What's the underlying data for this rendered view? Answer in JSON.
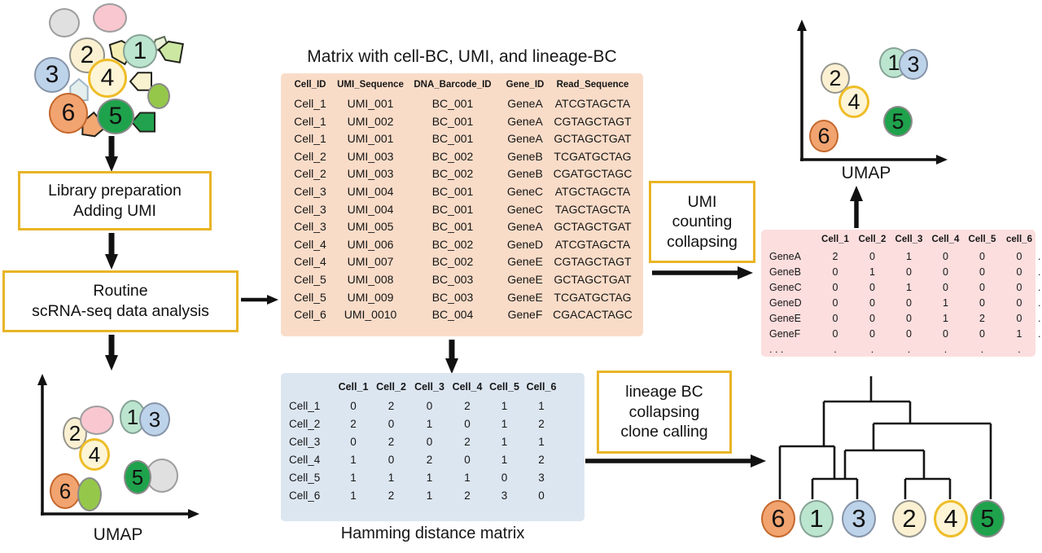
{
  "palette": {
    "c1": {
      "fill": "#bce5cf",
      "border": "#86a396"
    },
    "c2": {
      "fill": "#fbf1d2",
      "border": "#94948c"
    },
    "c3": {
      "fill": "#bdd3ea",
      "border": "#8694a8"
    },
    "c4": {
      "fill": "#fdf5d6",
      "border": "#eebd28"
    },
    "c5": {
      "fill": "#1fa24c",
      "border": "#8a8a8a"
    },
    "c6": {
      "fill": "#f2a470",
      "border": "#c4682d"
    },
    "pink": {
      "fill": "#f9c7cf",
      "border": "#9d9d9d"
    },
    "gray": {
      "fill": "#e0e0e0",
      "border": "#9d9d9d"
    },
    "lgreen": {
      "fill": "#95c84a",
      "border": "#8a8a8a"
    }
  },
  "cluster": {
    "cells": [
      {
        "label": "",
        "key": "gray"
      },
      {
        "label": "",
        "key": "pink"
      },
      {
        "label": "2",
        "key": "c2"
      },
      {
        "label": "1",
        "key": "c1"
      },
      {
        "label": "3",
        "key": "c3"
      },
      {
        "label": "4",
        "key": "c4"
      },
      {
        "label": "",
        "key": "lgreen"
      },
      {
        "label": "6",
        "key": "c6"
      },
      {
        "label": "5",
        "key": "c5"
      }
    ],
    "tags": [
      {
        "name": "lineage-tag-yellow",
        "fill": "#f4edb4",
        "stroke": "#23231c"
      },
      {
        "name": "lineage-tag-pale",
        "fill": "#eaf2d9",
        "stroke": "#5a6a52"
      },
      {
        "name": "lineage-tag-lightgreen",
        "fill": "#cbe7a2",
        "stroke": "#23231c"
      },
      {
        "name": "lineage-tag-cream",
        "fill": "#f9f2d0",
        "stroke": "#23231c"
      },
      {
        "name": "lineage-tag-blue",
        "fill": "#e4efee",
        "stroke": "#9fb6c7"
      },
      {
        "name": "lineage-tag-green",
        "fill": "#22a24e",
        "stroke": "#23231c"
      },
      {
        "name": "lineage-tag-orange",
        "fill": "#f3a872",
        "stroke": "#23231c"
      }
    ]
  },
  "flow_boxes": {
    "library_prep": {
      "lines": [
        "Library preparation",
        "Adding UMI"
      ]
    },
    "routine": {
      "lines": [
        "Routine",
        "scRNA-seq data analysis"
      ]
    },
    "umi_counting": {
      "lines": [
        "UMI",
        "counting",
        "collapsing"
      ]
    },
    "lineage_bc": {
      "lines": [
        "lineage BC",
        "collapsing",
        "clone calling"
      ]
    }
  },
  "barcode_matrix": {
    "title": "Matrix with cell-BC, UMI, and lineage-BC",
    "headers": [
      "Cell_ID",
      "UMI_Sequence",
      "DNA_Barcode_ID",
      "Gene_ID",
      "Read_Sequence"
    ],
    "rows": [
      [
        "Cell_1",
        "UMI_001",
        "BC_001",
        "GeneA",
        "ATCGTAGCTA"
      ],
      [
        "Cell_1",
        "UMI_002",
        "BC_001",
        "GeneA",
        "CGTAGCTAGT"
      ],
      [
        "Cell_1",
        "UMI_001",
        "BC_001",
        "GeneA",
        "GCTAGCTGAT"
      ],
      [
        "Cell_2",
        "UMI_003",
        "BC_002",
        "GeneB",
        "TCGATGCTAG"
      ],
      [
        "Cell_2",
        "UMI_003",
        "BC_002",
        "GeneB",
        "CGATGCTAGC"
      ],
      [
        "Cell_3",
        "UMI_004",
        "BC_001",
        "GeneC",
        "ATGCTAGCTA"
      ],
      [
        "Cell_3",
        "UMI_004",
        "BC_001",
        "GeneC",
        "TAGCTAGCTA"
      ],
      [
        "Cell_3",
        "UMI_005",
        "BC_001",
        "GeneA",
        "GCTAGCTGAT"
      ],
      [
        "Cell_4",
        "UMI_006",
        "BC_002",
        "GeneD",
        "ATCGTAGCTA"
      ],
      [
        "Cell_4",
        "UMI_007",
        "BC_002",
        "GeneE",
        "CGTAGCTAGT"
      ],
      [
        "Cell_5",
        "UMI_008",
        "BC_003",
        "GeneE",
        "GCTAGCTGAT"
      ],
      [
        "Cell_5",
        "UMI_009",
        "BC_003",
        "GeneE",
        "TCGATGCTAG"
      ],
      [
        "Cell_6",
        "UMI_0010",
        "BC_004",
        "GeneF",
        "CGACACTAGC"
      ]
    ]
  },
  "gene_matrix": {
    "col_headers": [
      "Cell_1",
      "Cell_2",
      "Cell_3",
      "Cell_4",
      "Cell_5",
      "cell_6"
    ],
    "rows": [
      {
        "label": "GeneA",
        "values": [
          "2",
          "0",
          "1",
          "0",
          "0",
          "0"
        ],
        "trailing": "."
      },
      {
        "label": "GeneB",
        "values": [
          "0",
          "1",
          "0",
          "0",
          "0",
          "0"
        ],
        "trailing": "."
      },
      {
        "label": "GeneC",
        "values": [
          "0",
          "0",
          "1",
          "0",
          "0",
          "0"
        ],
        "trailing": "."
      },
      {
        "label": "GeneD",
        "values": [
          "0",
          "0",
          "0",
          "1",
          "0",
          "0"
        ],
        "trailing": "."
      },
      {
        "label": "GeneE",
        "values": [
          "0",
          "0",
          "0",
          "1",
          "2",
          "0"
        ],
        "trailing": "."
      },
      {
        "label": "GeneF",
        "values": [
          "0",
          "0",
          "0",
          "0",
          "0",
          "1"
        ],
        "trailing": "."
      }
    ],
    "dots_row": {
      "label": ".  .  .",
      "values": [
        ".",
        ".",
        ".",
        ".",
        ".",
        "."
      ],
      "trailing": ""
    }
  },
  "hamming_matrix": {
    "title": "Hamming distance matrix",
    "col_headers": [
      "Cell_1",
      "Cell_2",
      "Cell_3",
      "Cell_4",
      "Cell_5",
      "Cell_6"
    ],
    "row_labels": [
      "Cell_1",
      "Cell_2",
      "Cell_3",
      "Cell_4",
      "Cell_5",
      "Cell_6"
    ],
    "rows": [
      [
        "0",
        "2",
        "0",
        "2",
        "1",
        "1"
      ],
      [
        "2",
        "0",
        "1",
        "0",
        "1",
        "2"
      ],
      [
        "0",
        "2",
        "0",
        "2",
        "1",
        "1"
      ],
      [
        "1",
        "0",
        "2",
        "0",
        "1",
        "2"
      ],
      [
        "1",
        "1",
        "1",
        "1",
        "0",
        "3"
      ],
      [
        "1",
        "2",
        "1",
        "2",
        "3",
        "0"
      ]
    ]
  },
  "umap_bottom": {
    "axis_label": "UMAP",
    "points": [
      {
        "label": "2",
        "key": "c2"
      },
      {
        "label": "",
        "key": "pink"
      },
      {
        "label": "4",
        "key": "c4"
      },
      {
        "label": "1",
        "key": "c1"
      },
      {
        "label": "3",
        "key": "c3"
      },
      {
        "label": "6",
        "key": "c6"
      },
      {
        "label": "",
        "key": "lgreen"
      },
      {
        "label": "",
        "key": "gray"
      },
      {
        "label": "5",
        "key": "c5"
      }
    ]
  },
  "umap_top": {
    "axis_label": "UMAP",
    "points": [
      {
        "label": "2",
        "key": "c2"
      },
      {
        "label": "4",
        "key": "c4"
      },
      {
        "label": "1",
        "key": "c1"
      },
      {
        "label": "3",
        "key": "c3"
      },
      {
        "label": "5",
        "key": "c5"
      },
      {
        "label": "6",
        "key": "c6"
      }
    ]
  },
  "dendrogram": {
    "leaves": [
      {
        "label": "6",
        "key": "c6"
      },
      {
        "label": "1",
        "key": "c1"
      },
      {
        "label": "3",
        "key": "c3"
      },
      {
        "label": "2",
        "key": "c2"
      },
      {
        "label": "4",
        "key": "c4"
      },
      {
        "label": "5",
        "key": "c5"
      }
    ]
  }
}
